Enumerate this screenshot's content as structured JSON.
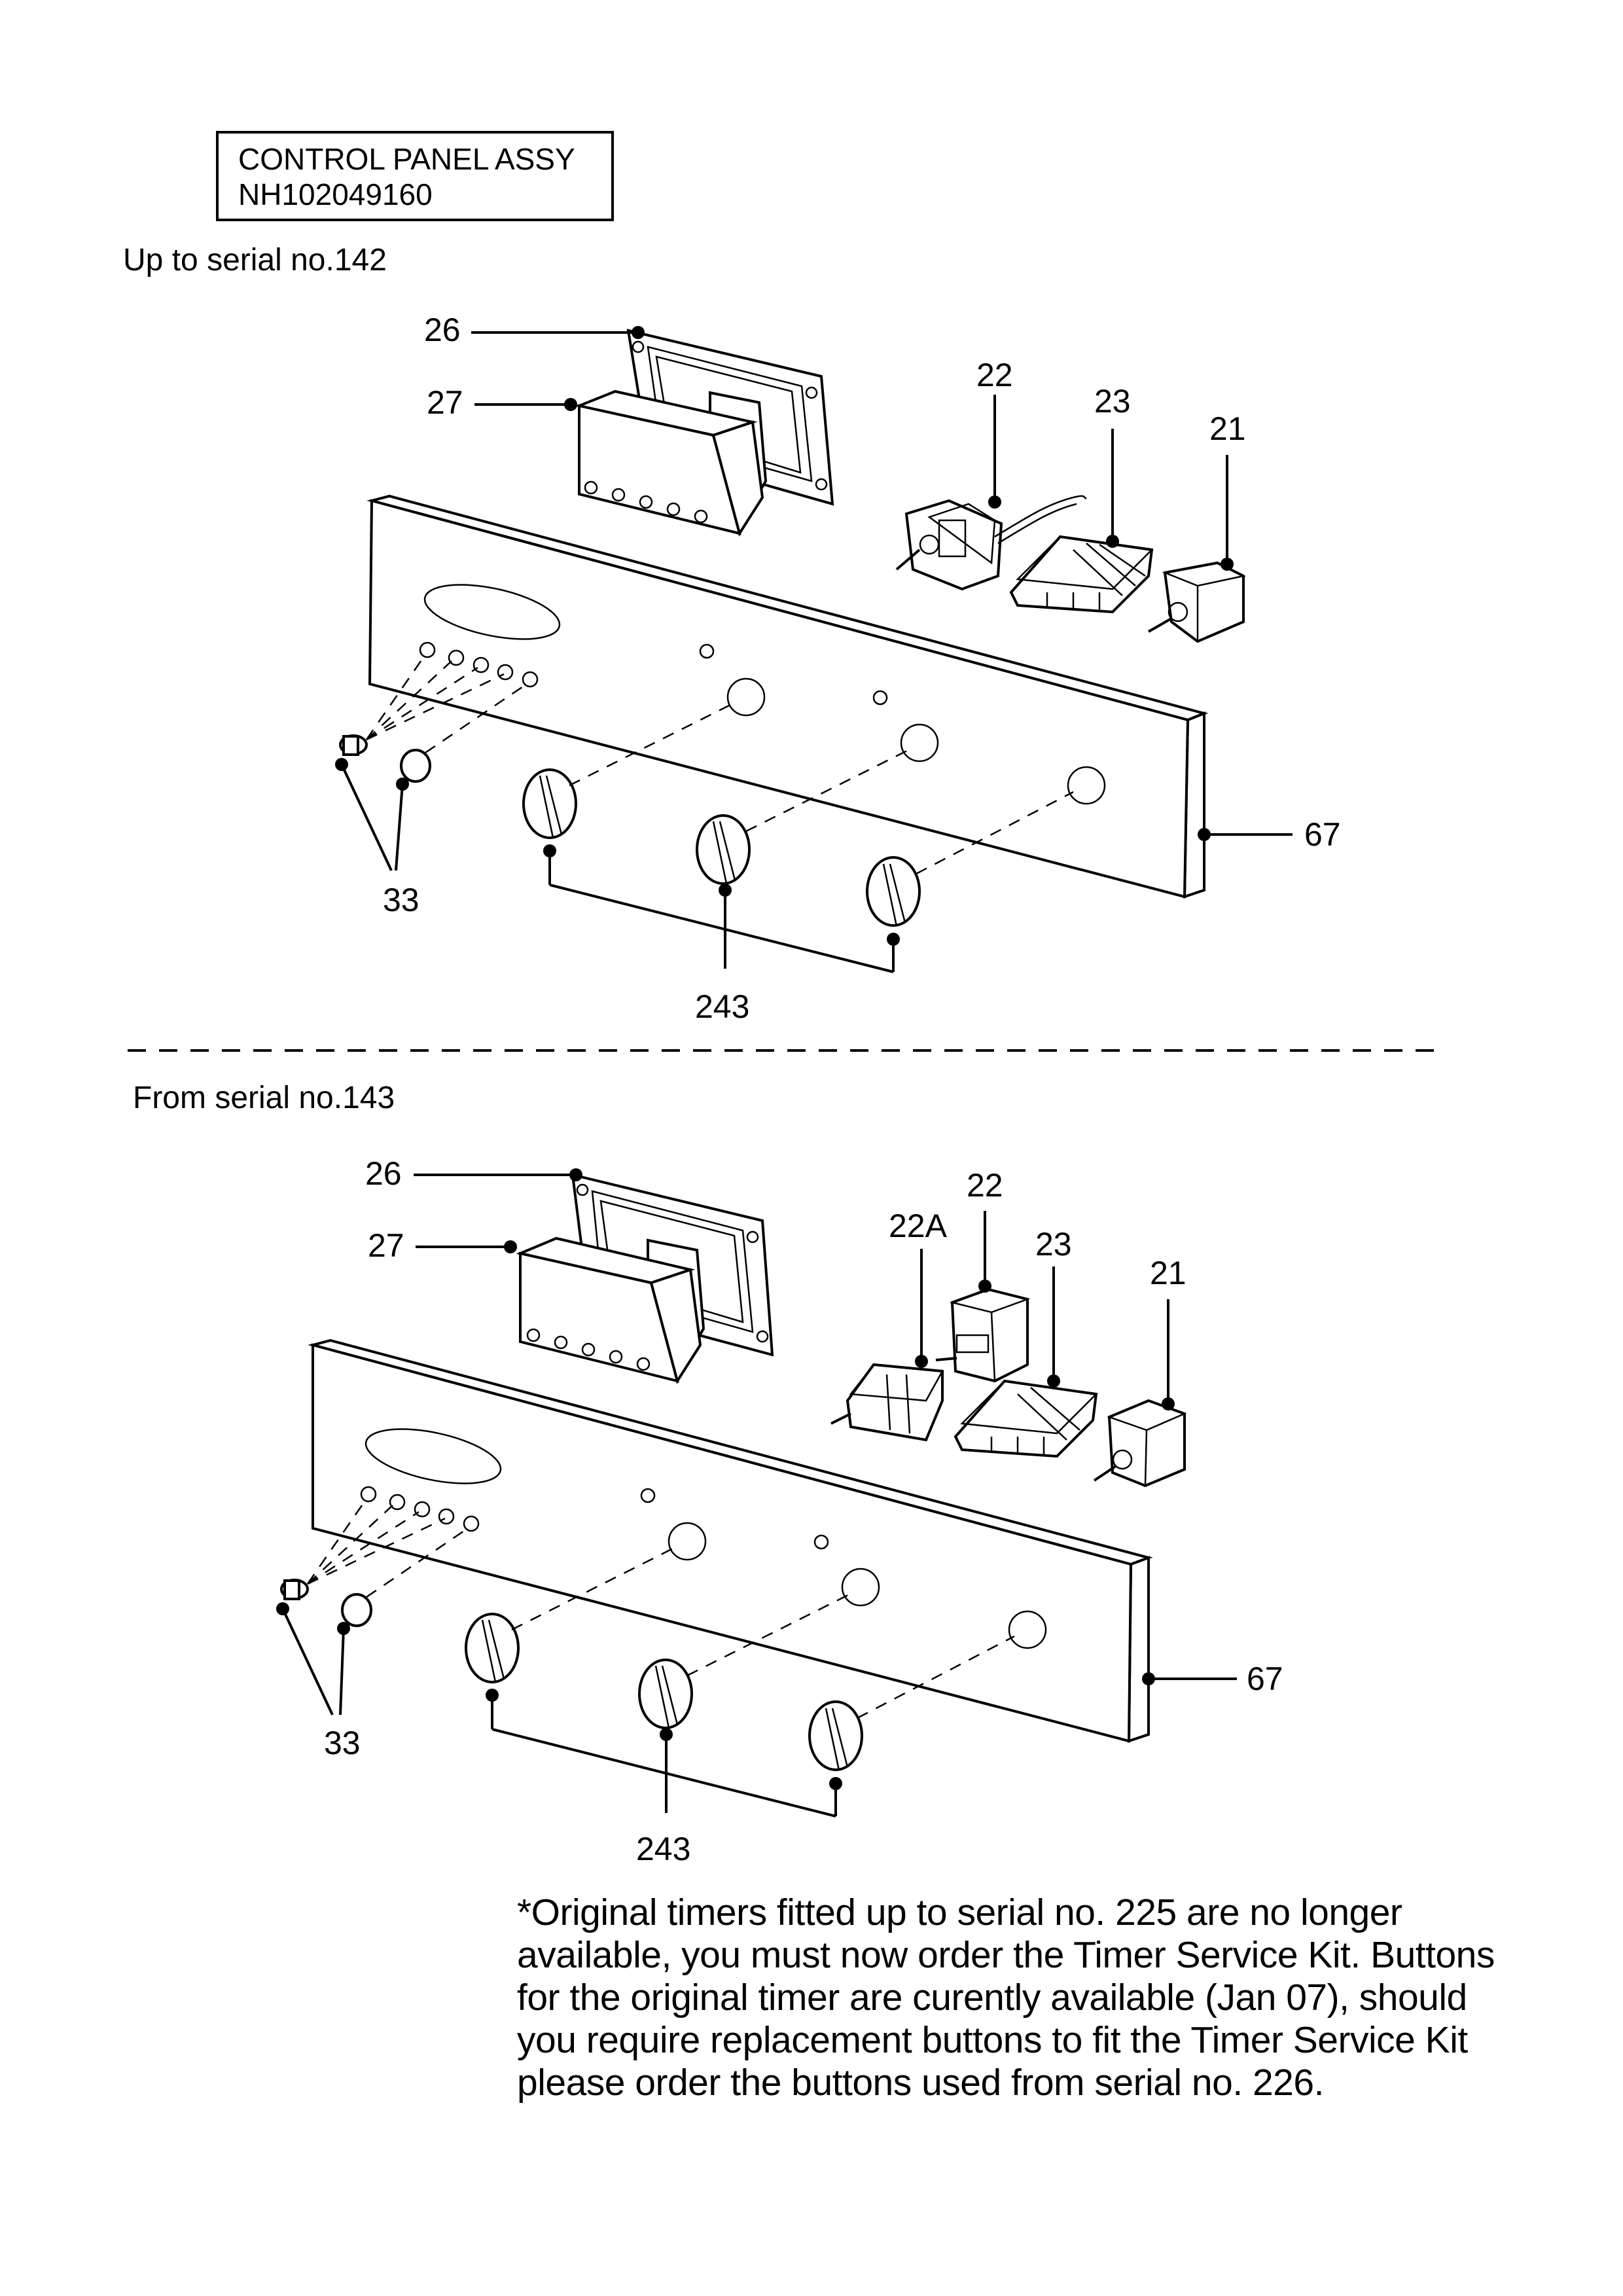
{
  "header": {
    "title_line1": "CONTROL PANEL ASSY",
    "title_line2": "NH102049160"
  },
  "sections": [
    {
      "label": "Up to serial no.142",
      "callouts": {
        "c26": "26",
        "c27": "27",
        "c22": "22",
        "c23": "23",
        "c21": "21",
        "c67": "67",
        "c33": "33",
        "c243": "243"
      }
    },
    {
      "label": "From serial no.143",
      "callouts": {
        "c26": "26",
        "c27": "27",
        "c22": "22",
        "c22a": "22A",
        "c23": "23",
        "c21": "21",
        "c67": "67",
        "c33": "33",
        "c243": "243"
      }
    }
  ],
  "footnote": "*Original timers fitted up to serial no. 225 are no longer available, you must now order the Timer Service Kit. Buttons for the original timer are curently available (Jan 07), should you require replacement buttons to fit the Timer Service Kit please order the buttons used from serial no. 226."
}
